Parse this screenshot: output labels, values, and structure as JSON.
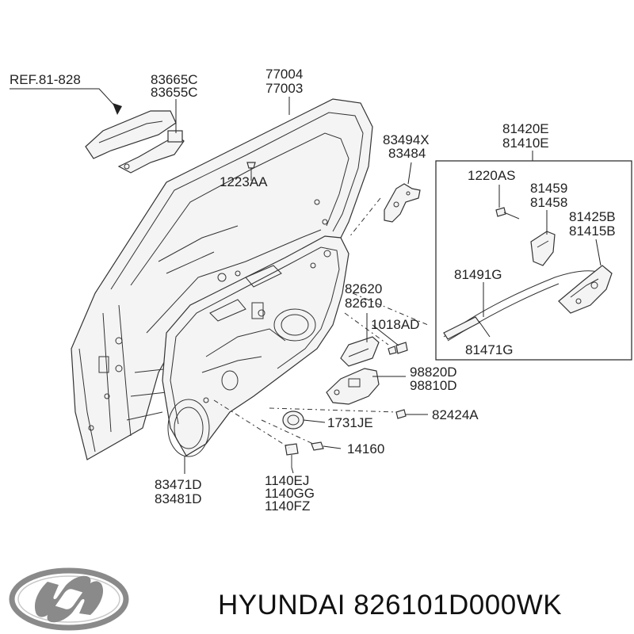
{
  "labels": {
    "ref": "REF.81-828",
    "p83665c": "83665C",
    "p83655c": "83655C",
    "p77004": "77004",
    "p77003": "77003",
    "p83494x": "83494X",
    "p83484": "83484",
    "p1223aa": "1223AA",
    "p81420e": "81420E",
    "p81410e": "81410E",
    "p1220as": "1220AS",
    "p81459": "81459",
    "p81458": "81458",
    "p81425b": "81425B",
    "p81415b": "81415B",
    "p81491g": "81491G",
    "p81471g": "81471G",
    "p82620": "82620",
    "p82610": "82610",
    "p1018ad": "1018AD",
    "p98820d": "98820D",
    "p98810d": "98810D",
    "p82424a": "82424A",
    "p1731je": "1731JE",
    "p14160": "14160",
    "p1140ej": "1140EJ",
    "p1140gg": "1140GG",
    "p1140fz": "1140FZ",
    "p83471d": "83471D",
    "p83481d": "83481D"
  },
  "footer": {
    "part_number_text": "HYUNDAI 826101D000WK"
  },
  "logo": {
    "brand_icon": "hyundai-logo-icon",
    "color": "#8a8a8a"
  }
}
